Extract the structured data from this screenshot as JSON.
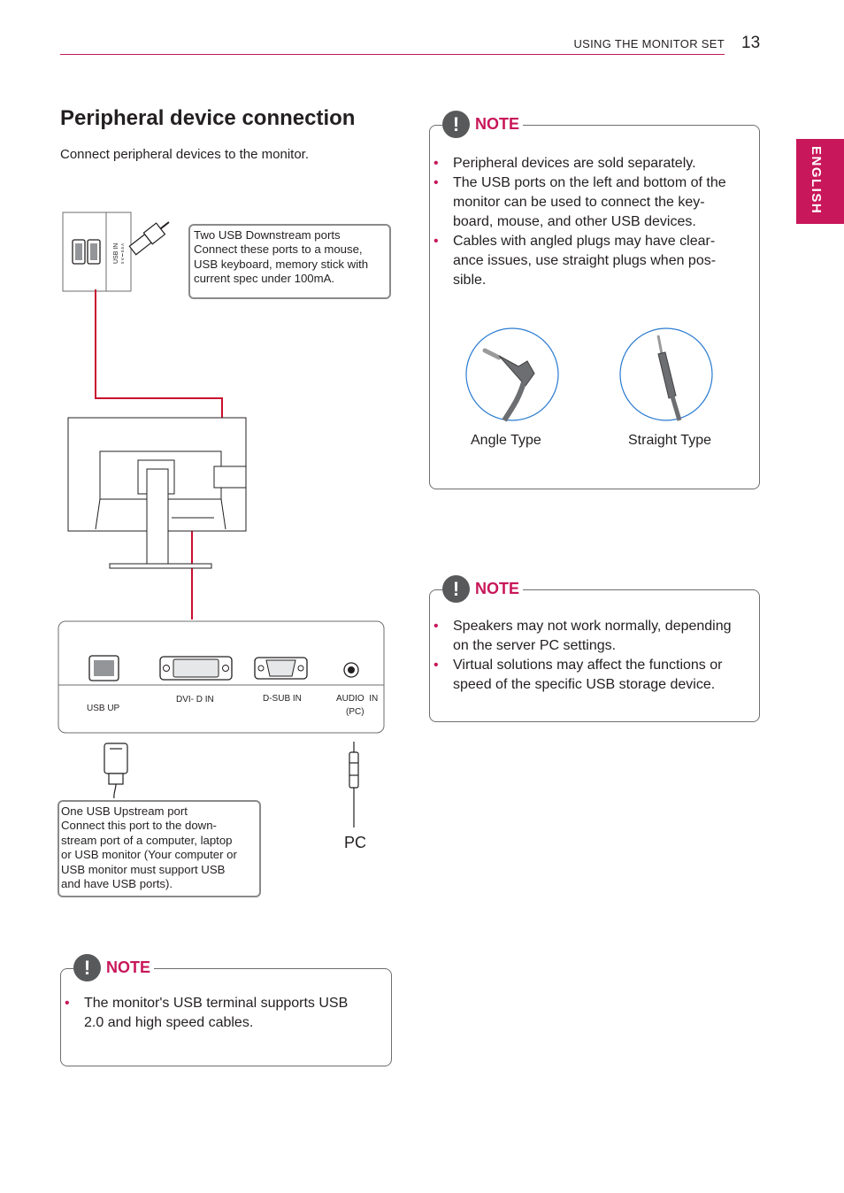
{
  "header": {
    "section": "USING THE MONITOR SET",
    "page_number": "13"
  },
  "language_tab": "ENGLISH",
  "title": "Peripheral device connection",
  "intro": "Connect peripheral devices to the monitor.",
  "diagram": {
    "usb_in_label": "USB IN",
    "usb_in_sub": "5 V ⎓ 0.5 A",
    "callout_downstream": [
      "Two USB Downstream ports",
      "Connect these ports to a mouse,",
      "USB keyboard, memory stick with",
      "current spec under 100mA."
    ],
    "ports": {
      "usb_up": "USB UP",
      "dvi": "DVI- D IN",
      "dsub": "D-SUB IN",
      "audio": "AUDIO  IN",
      "audio_sub": "(PC)"
    },
    "callout_upstream": [
      "One USB Upstream port",
      "Connect this port to the down-",
      "stream port of a computer, laptop",
      "or USB monitor (Your computer or",
      "USB monitor must support USB",
      "and have USB ports)."
    ],
    "pc_label": "PC"
  },
  "note_label": "NOTE",
  "note_bottom_left": {
    "items": [
      "The monitor's USB terminal supports USB 2.0 and high speed cables."
    ]
  },
  "note_top_right": {
    "items": [
      "Peripheral devices are sold separately.",
      "The USB ports on the left and bottom of the monitor can be used to connect the key-board, mouse, and other USB devices.",
      "Cables with angled plugs may have clear-ance issues, use straight plugs when pos-sible."
    ],
    "plug_types": [
      "Angle Type",
      "Straight Type"
    ]
  },
  "note_mid_right": {
    "items": [
      "Speakers may not work normally, depending on the server PC settings.",
      "Virtual solutions may affect the functions or speed of the specific USB storage device."
    ]
  },
  "colors": {
    "accent": "#c8175a",
    "line_red": "#c8102e",
    "plug_circle": "#2b7bd1"
  },
  "icons": [
    "exclamation-icon",
    "usb-plug-icon",
    "audio-plug-icon",
    "angle-plug-icon",
    "straight-plug-icon"
  ]
}
